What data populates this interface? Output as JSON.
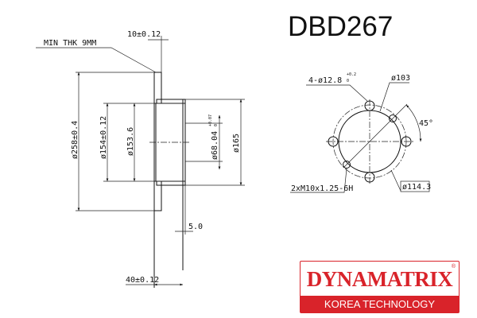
{
  "title": "DBD267",
  "section": {
    "min_thk": "MIN THK 9MM",
    "thickness": "10±0.12",
    "d_outer": "ø258±0.4",
    "d_bore": "ø154±0.12",
    "d_inner": "ø153.6",
    "d_center": "ø68.04",
    "d_center_tol": "+0.07",
    "d_center_tol_low": "0",
    "d_hat": "ø165",
    "offset": "5.0",
    "height": "40±0.12"
  },
  "bolt_pattern": {
    "holes": "4-ø12.8",
    "holes_tol": "+0.2",
    "holes_tol_low": "0",
    "pcd_inner": "ø103",
    "angle": "45°",
    "threads": "2xM10x1.25-6H",
    "pcd": "ø114.3"
  },
  "logo": {
    "name": "DYNAMATRIX",
    "tagline": "KOREA TECHNOLOGY",
    "registered": "®",
    "color": "#d9232a"
  }
}
